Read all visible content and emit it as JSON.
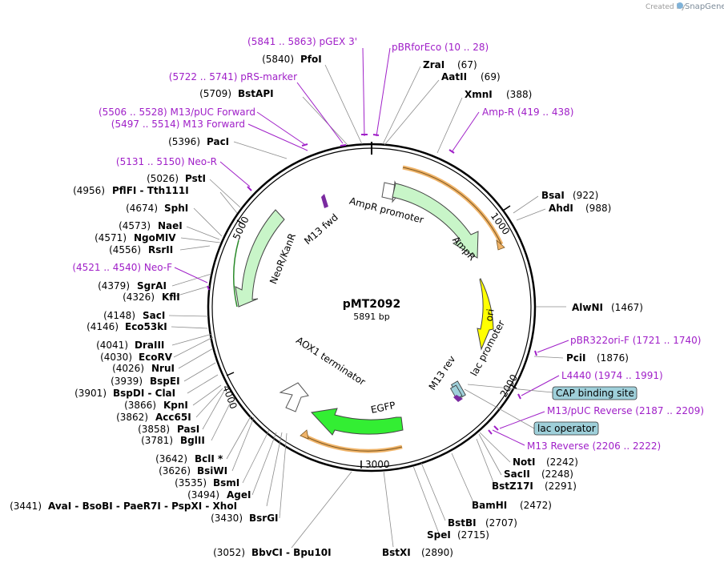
{
  "credit": {
    "prefix": "Created by",
    "brand": "SnapGene"
  },
  "plasmid": {
    "name": "pMT2092",
    "size": "5891 bp"
  },
  "ticks": [
    "1000",
    "2000",
    "3000",
    "4000",
    "5000"
  ],
  "features": [
    {
      "label": "AmpR promoter"
    },
    {
      "label": "AmpR"
    },
    {
      "label": "ori"
    },
    {
      "label": "lac promoter"
    },
    {
      "label": "M13 rev"
    },
    {
      "label": "EGFP"
    },
    {
      "label": "AOX1 terminator"
    },
    {
      "label": "NeoR/KanR"
    },
    {
      "label": "M13 fwd"
    }
  ],
  "boxed_labels": [
    {
      "text": "CAP binding site"
    },
    {
      "text": "lac operator"
    }
  ],
  "primers": [
    {
      "text": "(5841 .. 5863)  pGEX 3'"
    },
    {
      "text": "pBRforEco    (10 .. 28)"
    },
    {
      "text": "(5722 .. 5741)  pRS-marker"
    },
    {
      "text": "Amp-R    (419 .. 438)"
    },
    {
      "text": "(5506 .. 5528)  M13/pUC Forward"
    },
    {
      "text": "(5497 .. 5514)  M13 Forward"
    },
    {
      "text": "(5131 .. 5150)  Neo-R"
    },
    {
      "text": "(4521 .. 4540)  Neo-F"
    },
    {
      "text": "pBR322ori-F    (1721 .. 1740)"
    },
    {
      "text": "L4440    (1974 .. 1991)"
    },
    {
      "text": "M13/pUC Reverse    (2187 .. 2209)"
    },
    {
      "text": "M13 Reverse    (2206 .. 2222)"
    }
  ],
  "enzymes": [
    {
      "name": "PfoI",
      "pos": "(5840)"
    },
    {
      "name": "ZraI",
      "pos": "(67)"
    },
    {
      "name": "AatII",
      "pos": "(69)"
    },
    {
      "name": "XmnI",
      "pos": "(388)"
    },
    {
      "name": "BstAPI",
      "pos": "(5709)"
    },
    {
      "name": "PacI",
      "pos": "(5396)"
    },
    {
      "name": "BsaI",
      "pos": "(922)"
    },
    {
      "name": "AhdI",
      "pos": "(988)"
    },
    {
      "name": "PstI",
      "pos": "(5026)"
    },
    {
      "name": "PflFI - Tth111I",
      "pos": "(4956)"
    },
    {
      "name": "SphI",
      "pos": "(4674)"
    },
    {
      "name": "NaeI",
      "pos": "(4573)"
    },
    {
      "name": "NgoMIV",
      "pos": "(4571)"
    },
    {
      "name": "RsrII",
      "pos": "(4556)"
    },
    {
      "name": "AlwNI",
      "pos": "(1467)"
    },
    {
      "name": "SgrAI",
      "pos": "(4379)"
    },
    {
      "name": "KflI",
      "pos": "(4326)"
    },
    {
      "name": "SacI",
      "pos": "(4148)"
    },
    {
      "name": "Eco53kI",
      "pos": "(4146)"
    },
    {
      "name": "DraIII",
      "pos": "(4041)"
    },
    {
      "name": "EcoRV",
      "pos": "(4030)"
    },
    {
      "name": "PciI",
      "pos": "(1876)"
    },
    {
      "name": "NruI",
      "pos": "(4026)"
    },
    {
      "name": "BspEI",
      "pos": "(3939)"
    },
    {
      "name": "BspDI - ClaI",
      "pos": "(3901)"
    },
    {
      "name": "KpnI",
      "pos": "(3866)"
    },
    {
      "name": "Acc65I",
      "pos": "(3862)"
    },
    {
      "name": "PasI",
      "pos": "(3858)"
    },
    {
      "name": "BglII",
      "pos": "(3781)"
    },
    {
      "name": "BclI *",
      "pos": "(3642)"
    },
    {
      "name": "BsiWI",
      "pos": "(3626)"
    },
    {
      "name": "BsmI",
      "pos": "(3535)"
    },
    {
      "name": "AgeI",
      "pos": "(3494)"
    },
    {
      "name": "AvaI - BsoBI - PaeR7I - PspXI - XhoI",
      "pos": "(3441)"
    },
    {
      "name": "BsrGI",
      "pos": "(3430)"
    },
    {
      "name": "NotI",
      "pos": "(2242)"
    },
    {
      "name": "SacII",
      "pos": "(2248)"
    },
    {
      "name": "BstZ17I",
      "pos": "(2291)"
    },
    {
      "name": "BamHI",
      "pos": "(2472)"
    },
    {
      "name": "BstBI",
      "pos": "(2707)"
    },
    {
      "name": "SpeI",
      "pos": "(2715)"
    },
    {
      "name": "BstXI",
      "pos": "(2890)"
    },
    {
      "name": "BbvCI - Bpu10I",
      "pos": "(3052)"
    }
  ],
  "colors": {
    "primer": "#a020c8",
    "backbone": "#000000",
    "orf_orange": "#f0b469",
    "ampr": "#c8f5c8",
    "ori": "#ffff00",
    "egfp": "#33ee33",
    "neor": "#c8f5c8",
    "promoter_box": "#9fd0da"
  }
}
